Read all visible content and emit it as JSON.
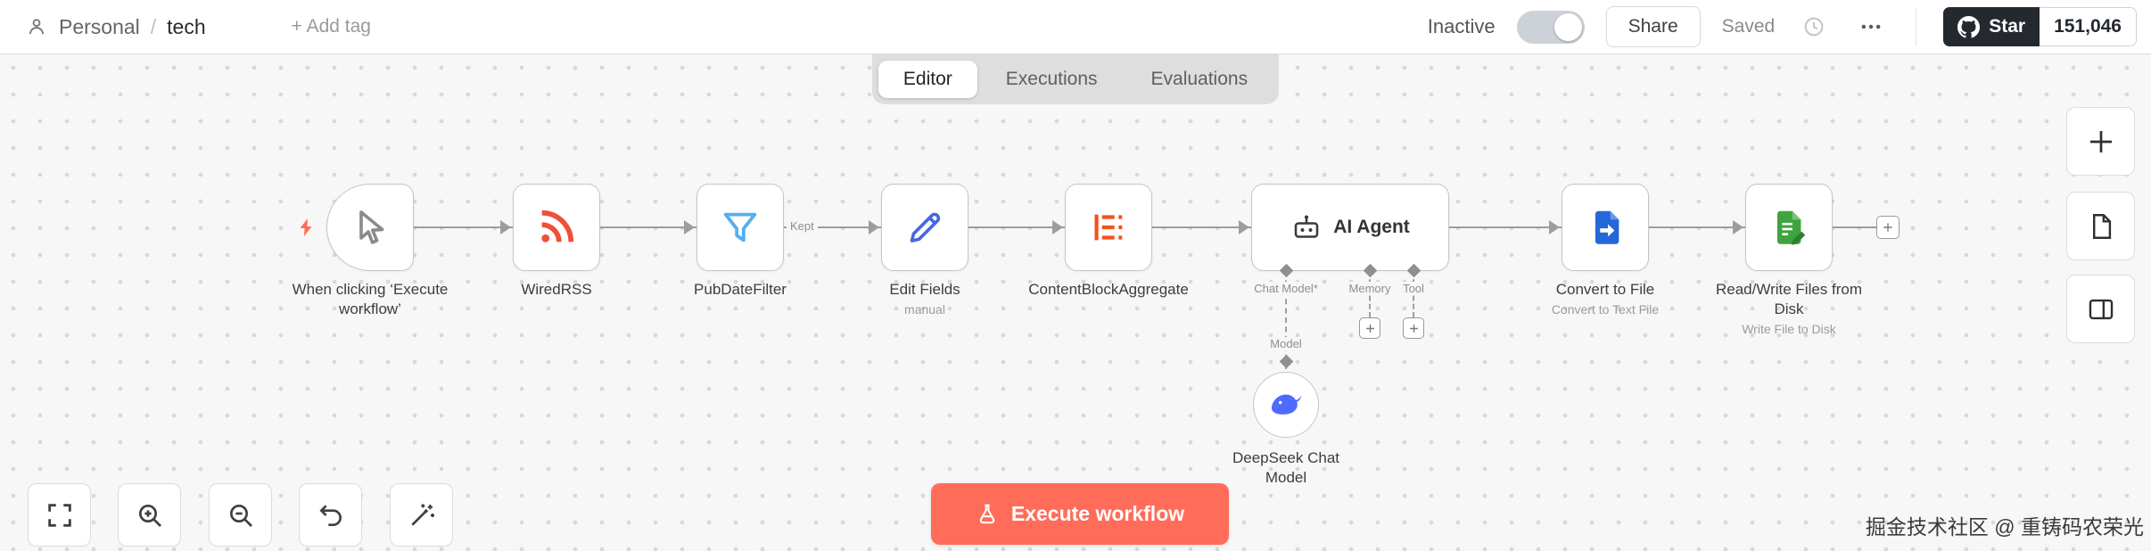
{
  "header": {
    "breadcrumb": {
      "project": "Personal",
      "separator": "/",
      "workflow": "tech"
    },
    "add_tag_label": "+ Add tag",
    "activation": {
      "label": "Inactive"
    },
    "share_label": "Share",
    "save_status": "Saved",
    "github": {
      "star_label": "Star",
      "star_count": "151,046"
    }
  },
  "tabs": {
    "editor": "Editor",
    "executions": "Executions",
    "evaluations": "Evaluations"
  },
  "canvas": {
    "nodes": {
      "trigger": {
        "label": "When clicking ‘Execute workflow’"
      },
      "rss": {
        "label": "WiredRSS"
      },
      "filter": {
        "label": "PubDateFilter"
      },
      "edit_fields": {
        "label": "Edit Fields",
        "subtitle": "manual"
      },
      "aggregate": {
        "label": "ContentBlockAggregate"
      },
      "ai_agent": {
        "label": "AI Agent",
        "ports": {
          "chat_model": "Chat Model*",
          "memory": "Memory",
          "tool": "Tool"
        },
        "model_connector_label": "Model"
      },
      "convert": {
        "label": "Convert to File",
        "subtitle": "Convert to Text File"
      },
      "readwrite": {
        "label": "Read/Write Files from Disk",
        "subtitle": "Write File to Disk"
      },
      "deepseek": {
        "label": "DeepSeek Chat Model"
      }
    },
    "connection_labels": {
      "kept": "Kept"
    }
  },
  "footer": {
    "execute_label": "Execute workflow"
  },
  "watermark": "掘金技术社区 @ 重铸码农荣光"
}
